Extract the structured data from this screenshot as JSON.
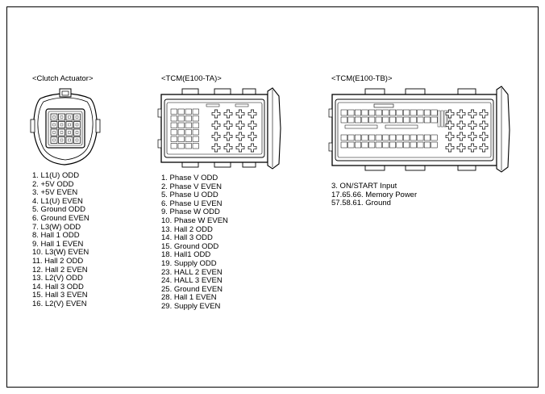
{
  "clutch": {
    "title": "<Clutch Actuator>",
    "pins": [
      "1. L1(U) ODD",
      "2. +5V ODD",
      "3. +5V EVEN",
      "4. L1(U) EVEN",
      "5. Ground ODD",
      "6. Ground EVEN",
      "7. L3(W) ODD",
      "8. Hall 1 ODD",
      "9. Hall 1 EVEN",
      "10. L3(W) EVEN",
      "11. Hall 2 ODD",
      "12. Hall 2 EVEN",
      "13. L2(V) ODD",
      "14. Hall 3 ODD",
      "15. Hall 3 EVEN",
      "16. L2(V) EVEN"
    ]
  },
  "tcm_a": {
    "title": "<TCM(E100-TA)>",
    "pins": [
      "1. Phase V ODD",
      "2. Phase V EVEN",
      "5. Phase U ODD",
      "6. Phase U EVEN",
      "9. Phase W ODD",
      "10. Phase W EVEN",
      "13. Hall 2 ODD",
      "14. Hall 3 ODD",
      "15. Ground ODD",
      "18. Hall1 ODD",
      "19. Supply ODD",
      "23. HALL 2 EVEN",
      "24. HALL 3 EVEN",
      "25. Ground EVEN",
      "28. Hall 1 EVEN",
      "29. Supply EVEN"
    ]
  },
  "tcm_b": {
    "title": "<TCM(E100-TB)>",
    "pins": [
      "3. ON/START Input",
      "17.65.66. Memory Power",
      "57.58.61. Ground"
    ]
  }
}
